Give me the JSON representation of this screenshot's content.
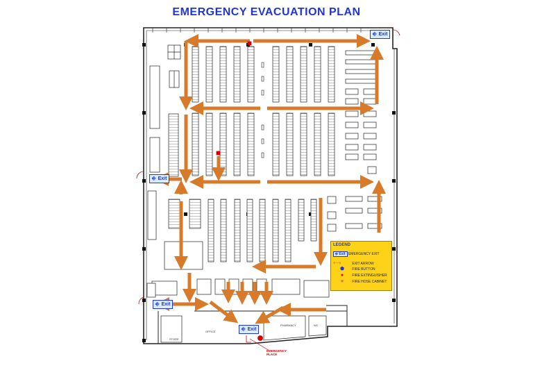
{
  "title": "EMERGENCY EVACUATION PLAN",
  "exit_label": "Exit",
  "legend": {
    "title": "LEGEND",
    "items": [
      {
        "label": "EMERGENCY EXIT",
        "icon": "exit-sign-icon"
      },
      {
        "label": "EXIT ARROW",
        "icon": "arrow-icon"
      },
      {
        "label": "FIRE BUTTON",
        "icon": "fire-button-icon"
      },
      {
        "label": "FIRE EXTINGUISHER",
        "icon": "fire-extinguisher-icon"
      },
      {
        "label": "FIRE HOSE CABINET",
        "icon": "fire-hose-cabinet-icon"
      }
    ]
  },
  "assembly_point_label": "EMERGENCY PLACE",
  "room_labels": {
    "pharmacy": "PHARMACY",
    "room_a": "OFFICE",
    "room_b": "WC",
    "room_c": "STORE"
  },
  "colors": {
    "title": "#1f35d6",
    "arrow": "#d77a2a",
    "legend_bg": "#ffd21a",
    "exit_badge_bg": "#d9ecff",
    "fire": "#d40000"
  }
}
